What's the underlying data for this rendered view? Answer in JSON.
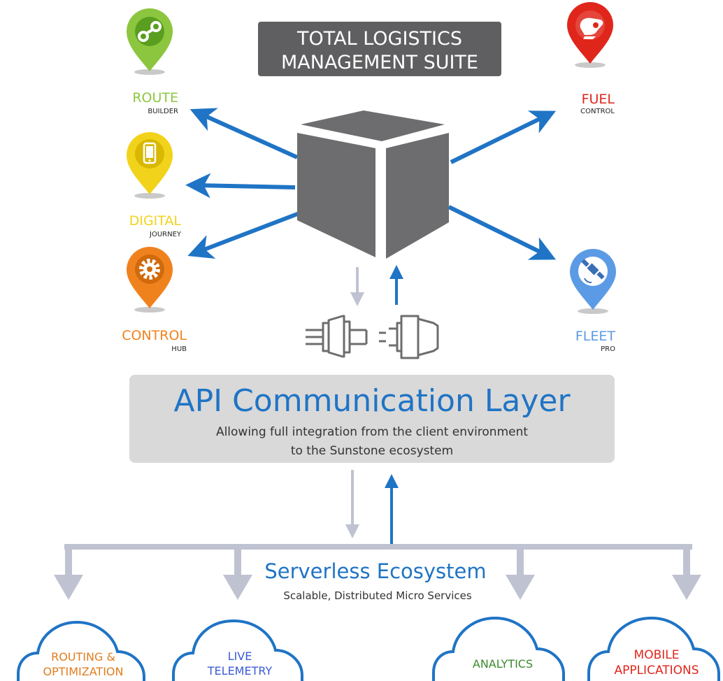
{
  "title": {
    "line1": "TOTAL LOGISTICS",
    "line2": "MANAGEMENT SUITE"
  },
  "modules": [
    {
      "id": "route",
      "name": "ROUTE",
      "sub": "BUILDER",
      "color": "#8cc63f",
      "icon": "chain-link-icon"
    },
    {
      "id": "digital",
      "name": "DIGITAL",
      "sub": "JOURNEY",
      "color": "#f2d31b",
      "icon": "smartphone-icon"
    },
    {
      "id": "control",
      "name": "CONTROL",
      "sub": "HUB",
      "color": "#f0821e",
      "icon": "gear-icon"
    },
    {
      "id": "fuel",
      "name": "FUEL",
      "sub": "CONTROL",
      "color": "#e0261b",
      "icon": "fuel-pump-icon"
    },
    {
      "id": "fleet",
      "name": "FLEET",
      "sub": "PRO",
      "color": "#5b9be6",
      "icon": "satellite-icon"
    }
  ],
  "api": {
    "title": "API Communication Layer",
    "line1": "Allowing full integration from the client environment",
    "line2": "to the Sunstone ecosystem"
  },
  "ecosystem": {
    "title": "Serverless Ecosystem",
    "subtitle": "Scalable, Distributed Micro Services"
  },
  "services": [
    {
      "id": "routing",
      "line1": "ROUTING &",
      "line2": "OPTIMIZATION",
      "color": "#e07d1f"
    },
    {
      "id": "telemetry",
      "line1": "LIVE",
      "line2": "TELEMETRY",
      "color": "#3b5bd6"
    },
    {
      "id": "analytics",
      "line1": "ANALYTICS",
      "line2": "",
      "color": "#3b8a2a"
    },
    {
      "id": "mobile",
      "line1": "MOBILE",
      "line2": "APPLICATIONS",
      "color": "#e0261b"
    }
  ],
  "colors": {
    "blue_arrow": "#1f74c5",
    "grey_arrow": "#bfc2d0",
    "cloud_outline": "#1f74c5",
    "cube": "#6d6d6f",
    "title_box": "#5f5f61",
    "api_box": "#d9d9d9",
    "api_title": "#1f74c5",
    "eco_title": "#1f74c5"
  }
}
